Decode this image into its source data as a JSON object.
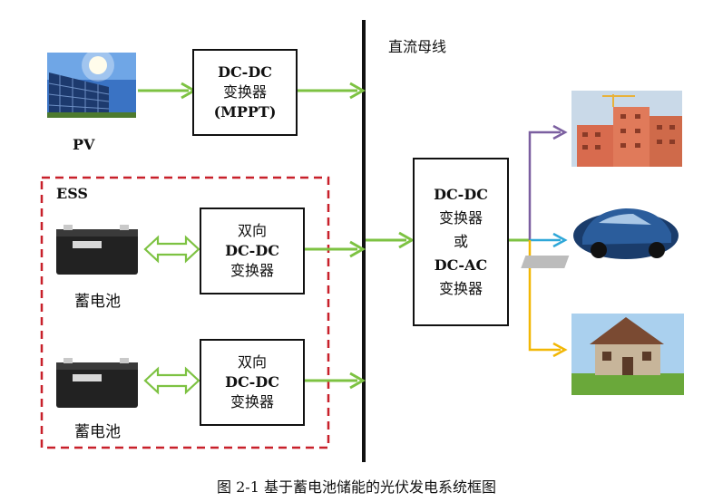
{
  "bus_label": "直流母线",
  "pv_label": "PV",
  "ess_label": "ESS",
  "mppt_box": {
    "line1": "DC-DC",
    "line2": "变换器",
    "line3": "(MPPT)"
  },
  "bidir_box_1": {
    "line1": "双向",
    "line2": "DC-DC",
    "line3": "变换器"
  },
  "bidir_box_2": {
    "line1": "双向",
    "line2": "DC-DC",
    "line3": "变换器"
  },
  "center_box": {
    "line1": "DC-DC",
    "line2": "变换器",
    "line3": "或",
    "line4": "DC-AC",
    "line5": "变换器"
  },
  "battery_label_1": "蓄电池",
  "battery_label_2": "蓄电池",
  "caption": "图 2-1 基于蓄电池储能的光伏发电系统框图",
  "colors": {
    "green_arrow": "#7dc242",
    "purple_arrow": "#7b5fa0",
    "blue_arrow": "#2ea7d8",
    "yellow_arrow": "#f2b705",
    "ess_border": "#c8202a"
  },
  "icons": [
    "solar-panel-image",
    "battery-image",
    "building-image",
    "electric-car-image",
    "house-image"
  ]
}
